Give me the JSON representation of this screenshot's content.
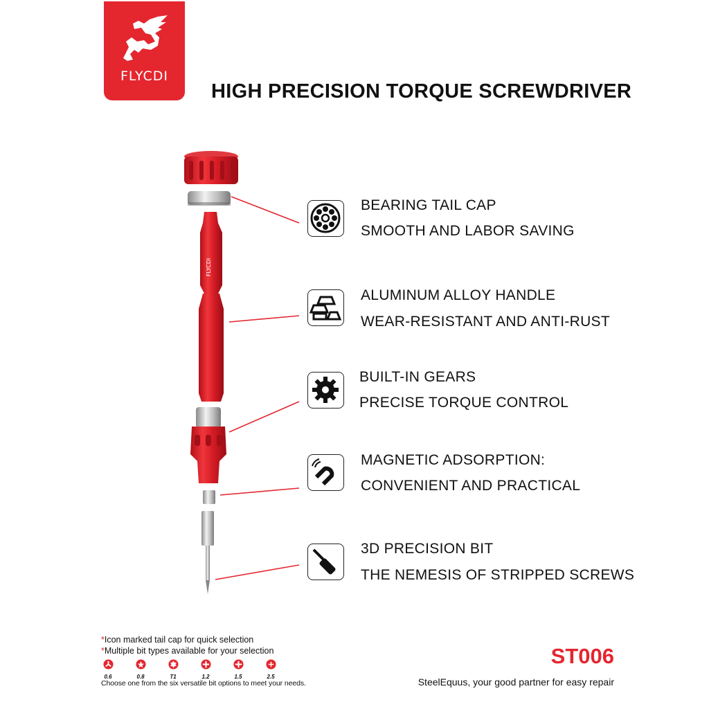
{
  "brand": {
    "name": "FLYCDI",
    "handle_mark": "FLYCDI",
    "logo_icon": "pegasus-icon",
    "accent": "#e4262f"
  },
  "title": "HIGH PRECISION TORQUE SCREWDRIVER",
  "features": [
    {
      "icon": "bearing-icon",
      "line1": "BEARING TAIL CAP",
      "line2": "SMOOTH AND LABOR SAVING"
    },
    {
      "icon": "metal-bars-icon",
      "line1": "ALUMINUM ALLOY HANDLE",
      "line2": "WEAR-RESISTANT AND ANTI-RUST"
    },
    {
      "icon": "gear-icon",
      "line1": "BUILT-IN GEARS",
      "line2": "PRECISE TORQUE CONTROL"
    },
    {
      "icon": "magnet-icon",
      "line1": "MAGNETIC ADSORPTION:",
      "line2": "CONVENIENT AND PRACTICAL"
    },
    {
      "icon": "screwdriver-icon",
      "line1": "3D PRECISION BIT",
      "line2": "THE NEMESIS OF STRIPPED SCREWS"
    }
  ],
  "notes": {
    "marker": "*",
    "line1": "Icon marked tail cap for quick selection",
    "line2": "Multiple bit types available for your selection"
  },
  "bits": [
    {
      "size": "0.6",
      "icon": "tri-wing-bit-icon"
    },
    {
      "size": "0.8",
      "icon": "pentalobe-bit-icon"
    },
    {
      "size": "T1",
      "icon": "torx-bit-icon"
    },
    {
      "size": "1.2",
      "icon": "phillips-bit-icon"
    },
    {
      "size": "1.5",
      "icon": "phillips-bit-icon"
    },
    {
      "size": "2.5",
      "icon": "phillips-bit-icon"
    }
  ],
  "choose_text": "Choose one from the six versatile bit options to meet your needs.",
  "model": "ST006",
  "slogan": "SteelEquus, your good partner for easy repair"
}
